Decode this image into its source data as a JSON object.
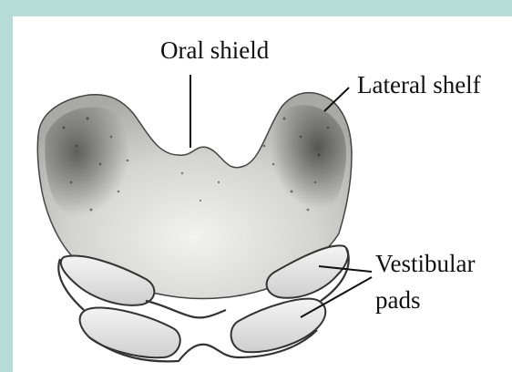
{
  "labels": {
    "oral_shield": "Oral shield",
    "lateral_shelf": "Lateral shelf",
    "vestibular_line1": "Vestibular",
    "vestibular_line2": "pads"
  },
  "colors": {
    "frame": "#b6dcd8",
    "panel": "#ffffff",
    "ink": "#111111"
  }
}
